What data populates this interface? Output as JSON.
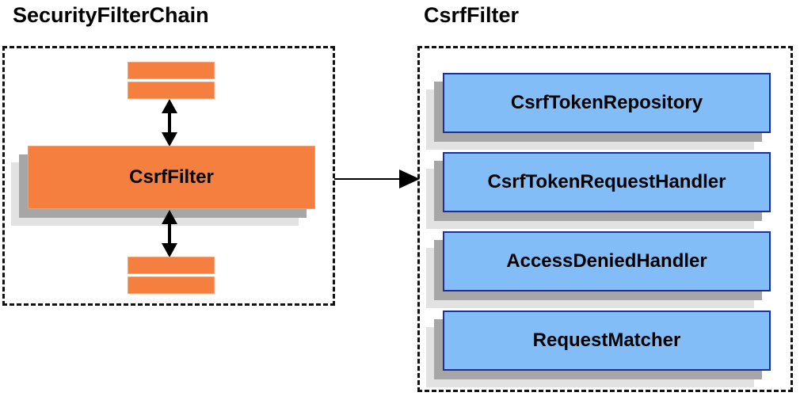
{
  "diagram": {
    "type": "component-relationship-diagram",
    "background_color": "#ffffff",
    "palette": {
      "orange_fill": "#f47f3f",
      "orange_border": "#f0a070",
      "blue_fill": "#82bdf7",
      "blue_border": "#1a2f9c",
      "shadow_far": "#e2e2e2",
      "shadow_near": "#a6a6a6",
      "panel_border": "#111111",
      "text": "#000000",
      "arrow": "#000000"
    }
  },
  "left_panel": {
    "title": "SecurityFilterChain",
    "border_style": "dashed",
    "top_bars": [
      {
        "name": "filter-bar-top-1"
      },
      {
        "name": "filter-bar-top-2"
      }
    ],
    "highlighted_filter": {
      "label": "CsrfFilter",
      "fill": "#f47f3f"
    },
    "bottom_bars": [
      {
        "name": "filter-bar-bottom-1"
      },
      {
        "name": "filter-bar-bottom-2"
      }
    ],
    "arrows": [
      {
        "name": "arrow-above-csrffilter",
        "direction": "bidirectional",
        "orientation": "vertical"
      },
      {
        "name": "arrow-below-csrffilter",
        "direction": "bidirectional",
        "orientation": "vertical"
      }
    ]
  },
  "connector": {
    "name": "csrffilter-expansion-arrow",
    "direction": "right",
    "orientation": "horizontal",
    "from": "CsrfFilter",
    "to": "CsrfFilter collaborators"
  },
  "right_panel": {
    "title": "CsrfFilter",
    "border_style": "dashed",
    "collaborators": [
      {
        "label": "CsrfTokenRepository"
      },
      {
        "label": "CsrfTokenRequestHandler"
      },
      {
        "label": "AccessDeniedHandler"
      },
      {
        "label": "RequestMatcher"
      }
    ]
  }
}
